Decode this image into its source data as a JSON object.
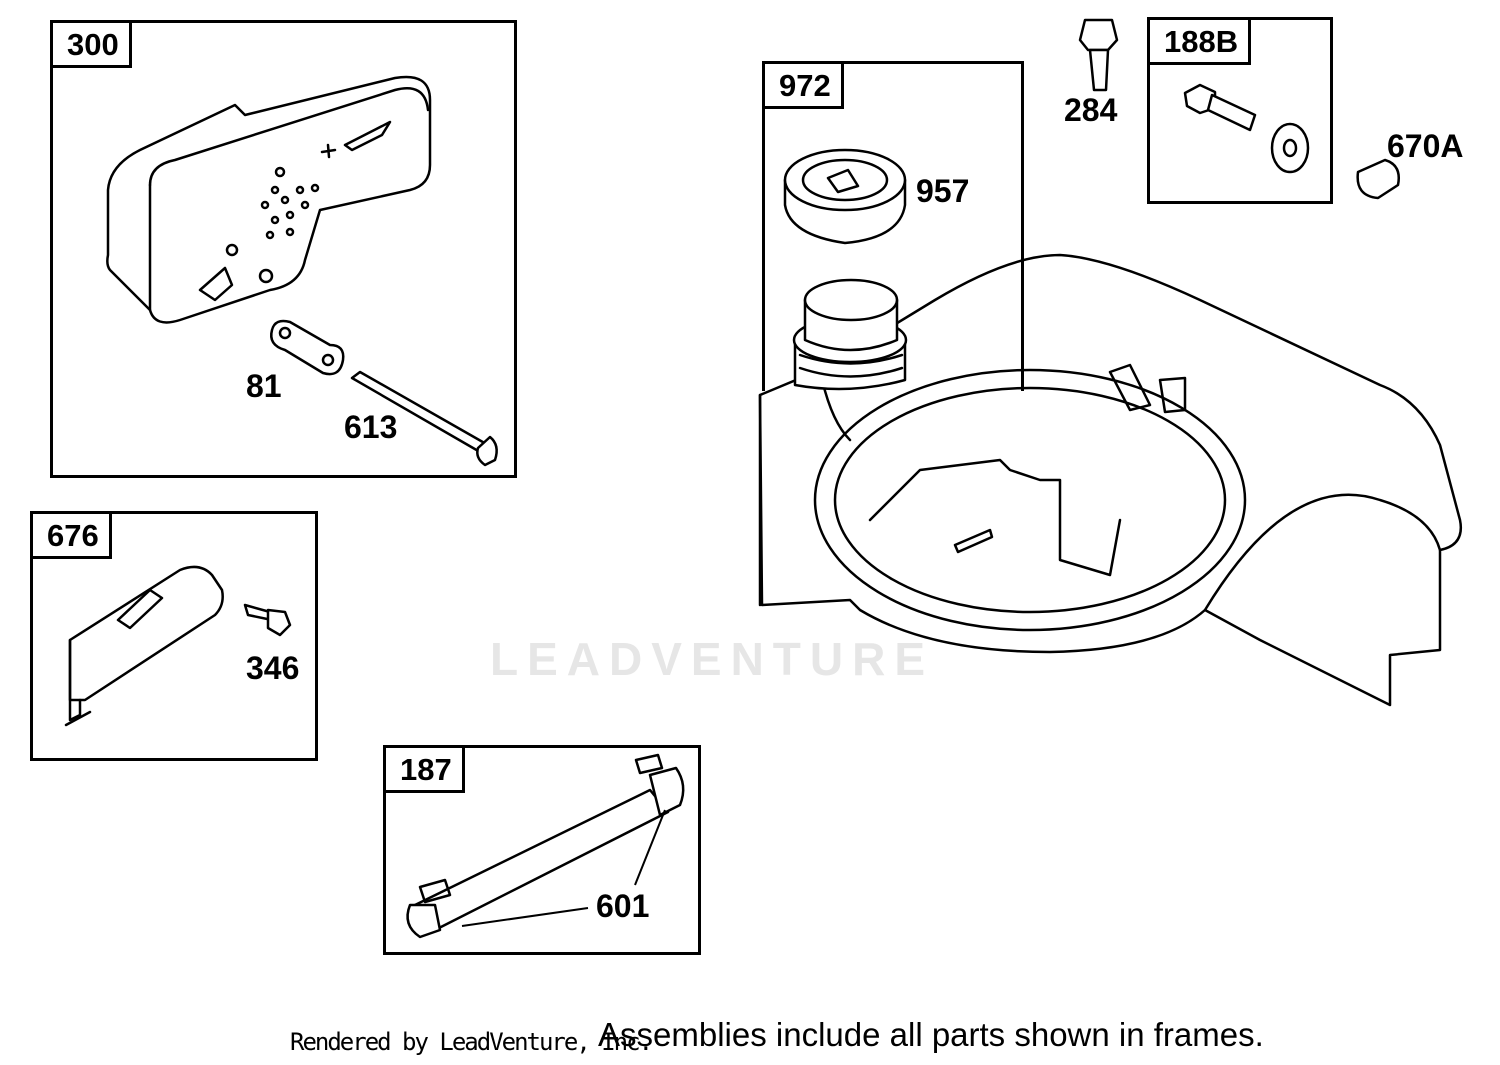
{
  "frames": {
    "muffler": {
      "label": "300"
    },
    "guard": {
      "label": "676"
    },
    "fuel_tank": {
      "label": "972"
    },
    "fuel_line": {
      "label": "187"
    },
    "bolt_kit": {
      "label": "188B"
    }
  },
  "callouts": {
    "lock_plate": "81",
    "muffler_stud": "613",
    "screw_346": "346",
    "fuel_cap": "957",
    "bolt_284": "284",
    "spacer": "670A",
    "clamp": "601"
  },
  "watermark": "LEADVENTURE",
  "footer": {
    "rendered_by": "Rendered by LeadVenture, Inc.",
    "note": "Assemblies include all parts shown in frames."
  }
}
